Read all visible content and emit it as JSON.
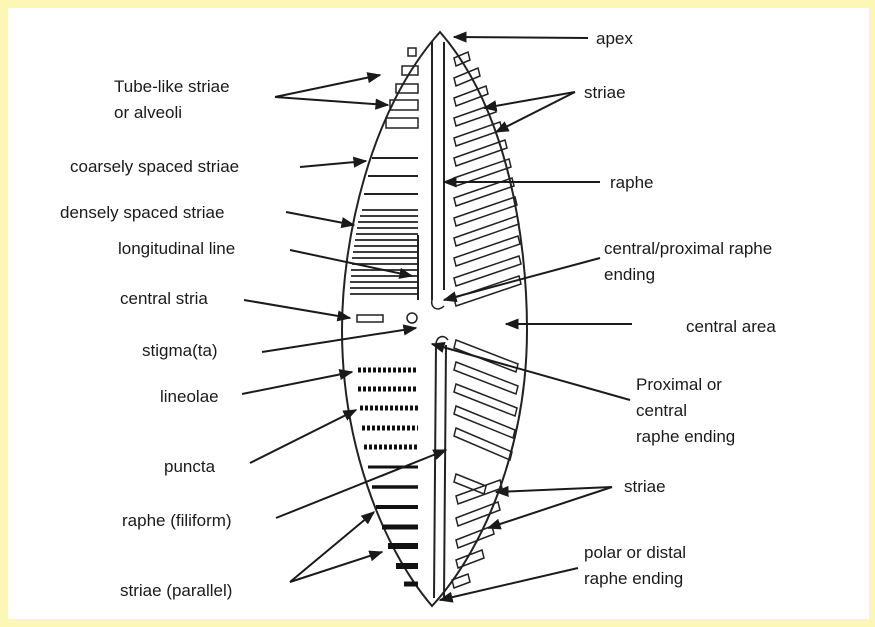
{
  "colors": {
    "frame": "#fdf7b6",
    "panel": "#ffffff",
    "ink": "#1a1a1a"
  },
  "labels": {
    "apex": "apex",
    "tube1": "Tube-like striae",
    "tube2": "or alveoli",
    "striae_upper": "striae",
    "coarse": "coarsely spaced striae",
    "raphe": "raphe",
    "dense": "densely spaced striae",
    "longitudinal": "longitudinal line",
    "central_prox1": "central/proximal raphe",
    "central_prox2": "ending",
    "central_stria": "central stria",
    "central_area": "central area",
    "stigma": "stigma(ta)",
    "lineolae": "lineolae",
    "prox1": "Proximal or",
    "prox2": "central",
    "prox3": "raphe ending",
    "puncta": "puncta",
    "striae_lower": "striae",
    "filiform": "raphe (filiform)",
    "polar1": "polar or distal",
    "polar2": "raphe ending",
    "parallel": "striae (parallel)"
  }
}
